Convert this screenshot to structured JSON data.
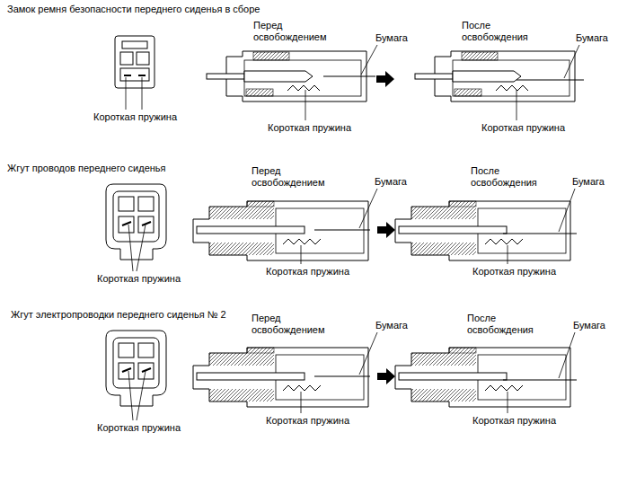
{
  "diagram": {
    "labels": [
      "Замок ремня безопасности переднего сиденья в сборе",
      "Короткая пружина",
      "Перед освобождением",
      "Бумага",
      "Короткая пружина",
      "После освобождения",
      "Бумага",
      "Короткая пружина",
      "Жгут проводов переднего сиденья",
      "Короткая пружина",
      "Перед освобождением",
      "Бумага",
      "Короткая пружина",
      "После освобождения",
      "Бумага",
      "Короткая пружина",
      "Жгут электропроводки переднего сиденья № 2",
      "Короткая пружина",
      "Перед освобождением",
      "Бумага",
      "Короткая пружина",
      "После освобождения",
      "Бумага",
      "Короткая пружина"
    ]
  }
}
